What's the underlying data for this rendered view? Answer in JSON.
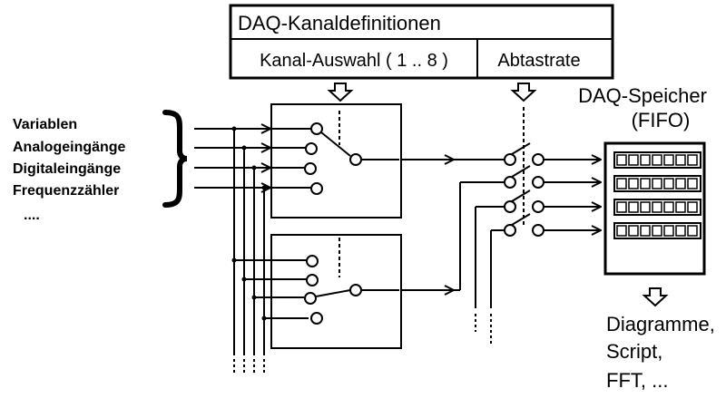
{
  "header": {
    "title": "DAQ-Kanaldefinitionen",
    "channel_select": "Kanal-Auswahl ( 1 .. 8 )",
    "sample_rate": "Abtastrate"
  },
  "sources": {
    "items": [
      "Variablen",
      "Analogeingänge",
      "Digitaleingänge",
      "Frequenzzähler"
    ],
    "more": "...."
  },
  "memory": {
    "title": "DAQ-Speicher",
    "subtitle": "(FIFO)"
  },
  "outputs": [
    "Diagramme,",
    "Script,",
    "FFT, ..."
  ]
}
